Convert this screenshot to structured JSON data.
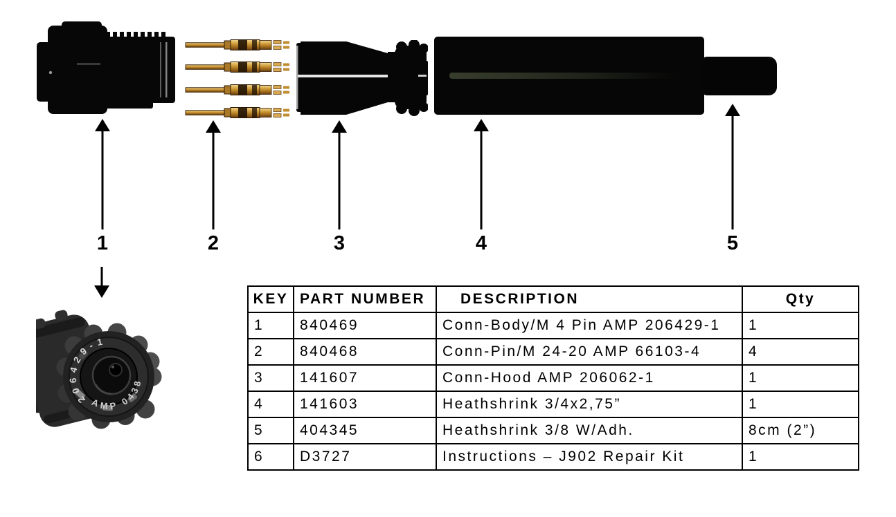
{
  "diagram": {
    "callouts": [
      "1",
      "2",
      "3",
      "4",
      "5"
    ],
    "inset_photo": {
      "ring_text_top": "206429-1",
      "ring_text_bottom": "AMP 0438"
    }
  },
  "table": {
    "headers": [
      "KEY",
      "PART NUMBER",
      "DESCRIPTION",
      "Qty"
    ],
    "rows": [
      [
        "1",
        "840469",
        "Conn-Body/M 4 Pin AMP 206429-1",
        "1"
      ],
      [
        "2",
        "840468",
        "Conn-Pin/M 24-20 AMP 66103-4",
        "4"
      ],
      [
        "3",
        "141607",
        "Conn-Hood AMP 206062-1",
        "1"
      ],
      [
        "4",
        "141603",
        "Heathshrink 3/4x2,75”",
        "1"
      ],
      [
        "5",
        "404345",
        "Heathshrink 3/8 W/Adh.",
        "8cm (2”)"
      ],
      [
        "6",
        "D3727",
        "Instructions – J902 Repair Kit",
        "1"
      ]
    ]
  },
  "colors": {
    "ink": "#000000",
    "part_silhouette": "#060606",
    "pin_gold": "#c8922f",
    "photo_gray": "#3a3a3a"
  }
}
